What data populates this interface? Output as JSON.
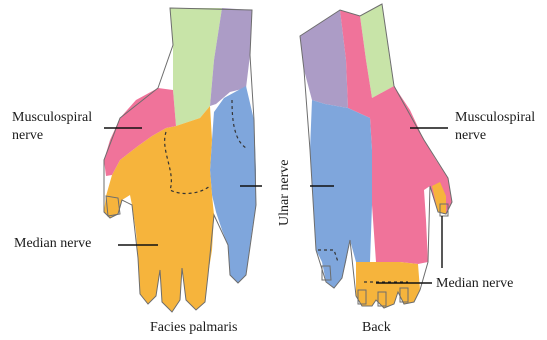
{
  "labels": {
    "musculospiral_left": [
      "Musculospiral",
      "nerve"
    ],
    "median_left": "Median nerve",
    "ulnar": "Ulnar nerve",
    "musculospiral_right": [
      "Musculospiral",
      "nerve"
    ],
    "median_right": "Median nerve"
  },
  "captions": {
    "palmar": "Facies palmaris",
    "back": "Back"
  },
  "colors": {
    "musculospiral": "#f0739a",
    "median": "#f6b43c",
    "ulnar": "#7fa6dc",
    "forearm_green": "#c8e4a8",
    "forearm_purple": "#ac9cc6"
  }
}
